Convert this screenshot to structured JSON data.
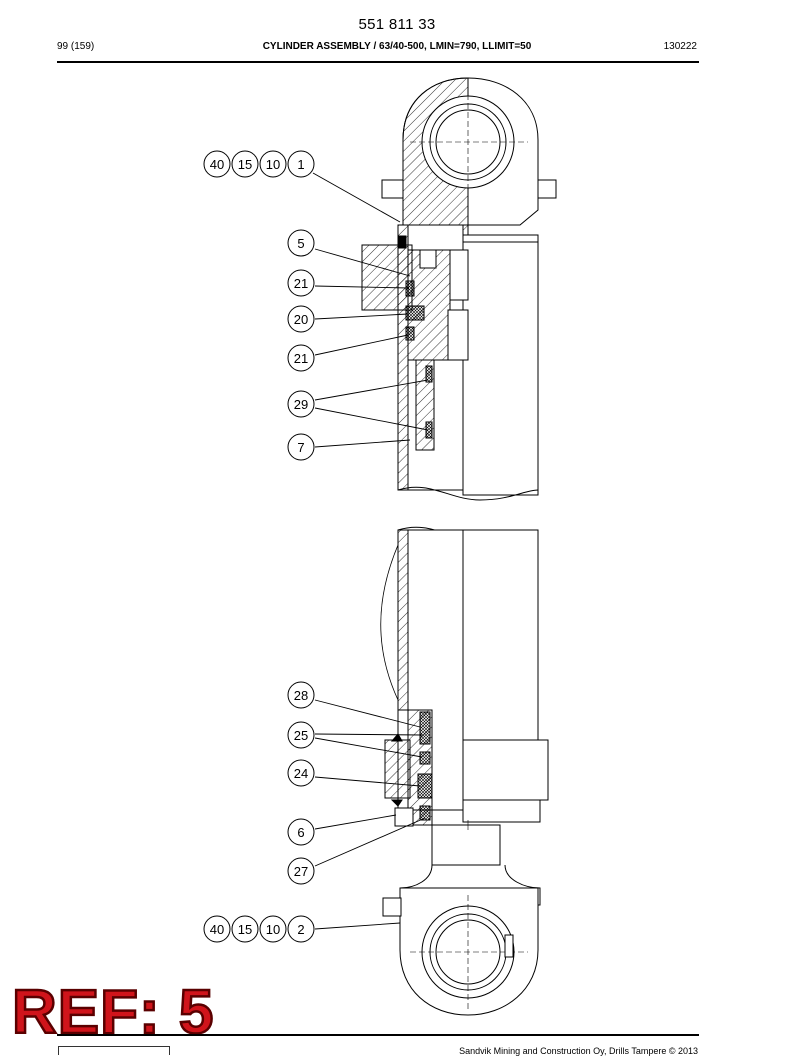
{
  "header": {
    "document_number": "551 811 33",
    "page_count": "99 (159)",
    "title": "CYLINDER ASSEMBLY / 63/40-500, LMIN=790, LLIMIT=50",
    "date_code": "130222"
  },
  "callouts": {
    "top_rod_end": [
      "40",
      "15",
      "10",
      "1"
    ],
    "item_5": "5",
    "item_21_upper": "21",
    "item_20": "20",
    "item_21_lower": "21",
    "item_29": "29",
    "item_7": "7",
    "item_28": "28",
    "item_25": "25",
    "item_24": "24",
    "item_6": "6",
    "item_27": "27",
    "bottom_end": [
      "40",
      "15",
      "10",
      "2"
    ]
  },
  "stamp": {
    "text": "REF: 5",
    "color": "#d0141b"
  },
  "footer": {
    "copyright": "Sandvik Mining and Construction Oy, Drills Tampere © 2013"
  }
}
